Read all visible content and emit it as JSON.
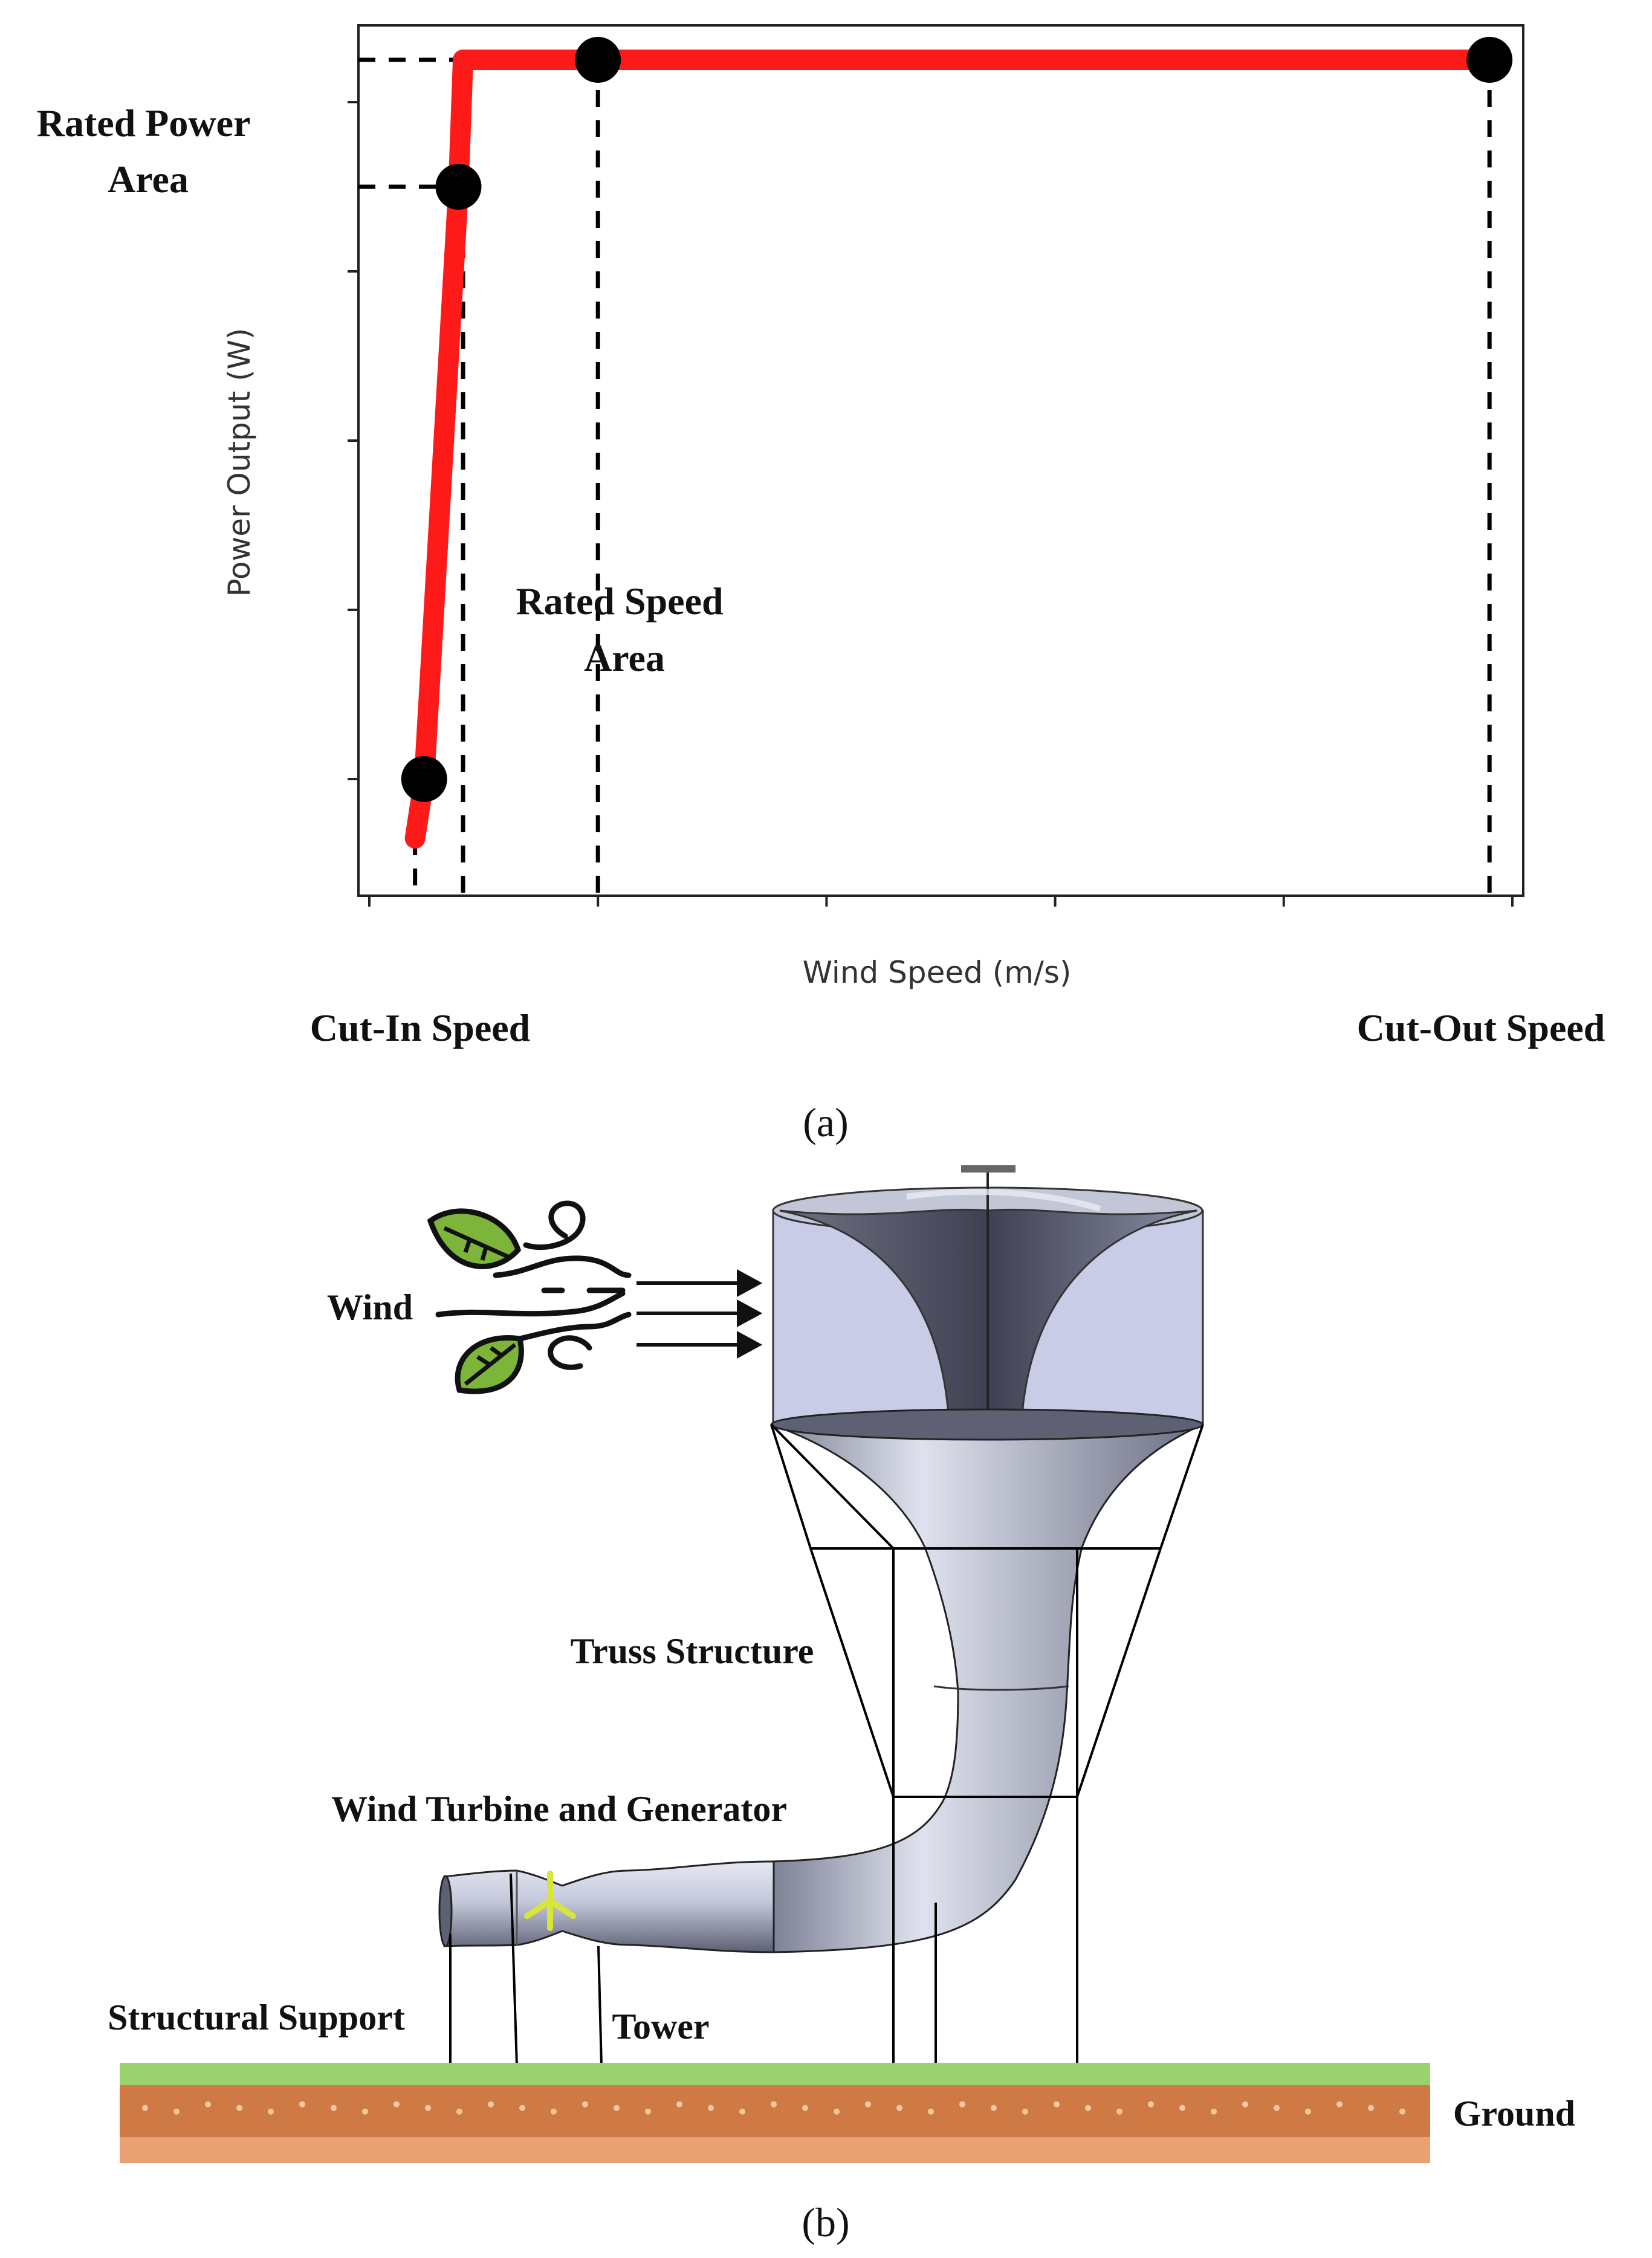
{
  "chart_data": {
    "type": "line",
    "title": "",
    "xlabel": "Wind Speed (m/s)",
    "ylabel": "Power Output (W)",
    "xlim": [
      0,
      25
    ],
    "ylim": [
      0,
      100
    ],
    "series": [
      {
        "x": [
          1.0,
          1.2,
          1.95,
          2.05,
          5.0,
          24.5
        ],
        "y": [
          5,
          12,
          82,
          97,
          97,
          97
        ]
      }
    ],
    "markers": [
      {
        "x": 1.2,
        "y": 12
      },
      {
        "x": 1.95,
        "y": 82
      },
      {
        "x": 5.0,
        "y": 97
      },
      {
        "x": 24.5,
        "y": 97
      }
    ],
    "annotations": {
      "rated_power": "Rated Power\nArea",
      "rated_speed": "Rated Speed\nArea",
      "cut_in": "Cut-In Speed",
      "cut_out": "Cut-Out Speed"
    }
  },
  "panel_labels": {
    "a": "(a)",
    "b": "(b)"
  },
  "diagram": {
    "wind": "Wind",
    "truss": "Truss Structure",
    "turbine": "Wind Turbine and Generator",
    "support": "Structural Support",
    "tower": "Tower",
    "ground": "Ground"
  },
  "colors": {
    "curve": "#ff1a1a",
    "marker": "#000000",
    "funnel_box": "#c9cde6",
    "duct": "#b8bdd2",
    "grass": "#9bd16e",
    "soil": "#cf7a45",
    "soil_light": "#e9a073",
    "leaf": "#7db53a",
    "rotor": "#d8e63a"
  }
}
